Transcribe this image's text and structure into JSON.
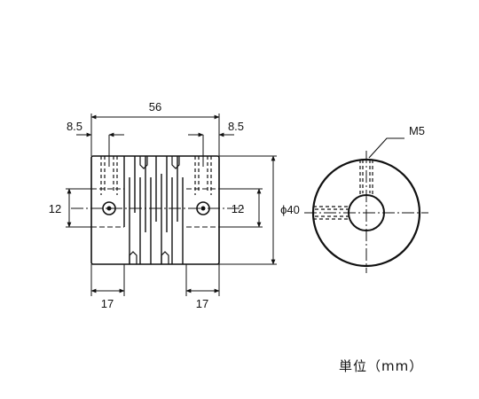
{
  "dimensions": {
    "overall_length": "56",
    "hub_screw_offset_left": "8.5",
    "hub_screw_offset_right": "8.5",
    "bore_left": "12",
    "bore_right": "12",
    "outer_diameter": "ϕ40",
    "hub_length_left": "17",
    "hub_length_right": "17",
    "set_screw": "M5"
  },
  "unit_label": "単位（mm）",
  "colors": {
    "line": "#111111",
    "body_fill": "#ffffff"
  }
}
